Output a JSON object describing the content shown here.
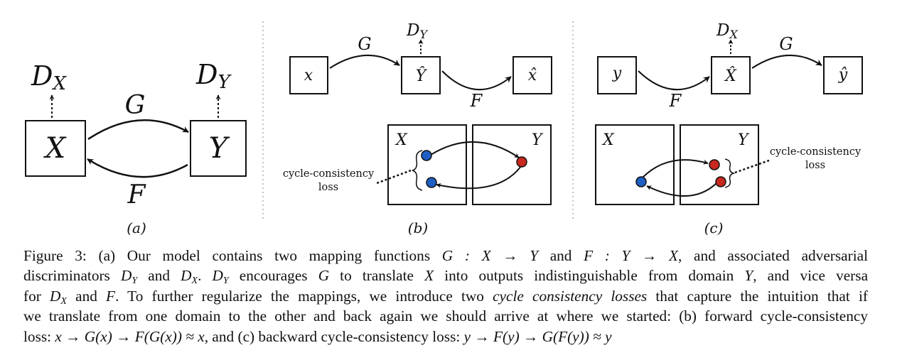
{
  "panels": {
    "a": {
      "label": "(a)",
      "node_x": "X",
      "node_y": "Y",
      "disc_x": "D",
      "disc_x_sub": "X",
      "disc_y": "D",
      "disc_y_sub": "Y",
      "map_g": "G",
      "map_f": "F"
    },
    "b": {
      "label": "(b)",
      "node_x": "x",
      "node_yhat": "Ŷ",
      "node_xhat": "x̂",
      "disc": "D",
      "disc_sub": "Y",
      "map_g": "G",
      "map_f": "F",
      "domain_x": "X",
      "domain_y": "Y",
      "loss_line1": "cycle-consistency",
      "loss_line2": "loss"
    },
    "c": {
      "label": "(c)",
      "node_y": "y",
      "node_xhat": "X̂",
      "node_yhat": "ŷ",
      "disc": "D",
      "disc_sub": "X",
      "map_g": "G",
      "map_f": "F",
      "domain_x": "X",
      "domain_y": "Y",
      "loss_line1": "cycle-consistency",
      "loss_line2": "loss"
    }
  },
  "colors": {
    "blue_point": "#1f5fc4",
    "red_point": "#c8281e",
    "ink": "#111111"
  },
  "caption": {
    "l1_a": "Figure 3: (a) Our model contains two mapping functions ",
    "l1_m1": "G : X → Y",
    "l1_b": " and ",
    "l1_m2": "F : Y → X",
    "l1_c": ", and associated adversarial",
    "l2_a": "discriminators ",
    "l2_dy": "D",
    "l2_dy_sub": "Y",
    "l2_b": " and ",
    "l2_dx": "D",
    "l2_dx_sub": "X",
    "l2_c": ". ",
    "l2_dy2": "D",
    "l2_dy2_sub": "Y",
    "l2_d": " encourages ",
    "l2_g": "G",
    "l2_e": " to translate ",
    "l2_x": "X",
    "l2_f": " into outputs indistinguishable from domain ",
    "l2_y": "Y",
    "l2_g2": ", and vice versa",
    "l3_a": "for ",
    "l3_dx": "D",
    "l3_dx_sub": "X",
    "l3_b": " and ",
    "l3_f": "F",
    "l3_c": ". To further regularize the mappings, we introduce two ",
    "l3_em": "cycle consistency losses",
    "l3_d": " that capture the intuition that if",
    "l4": "we translate from one domain to the other and back again we should arrive at where we started: (b) forward cycle-consistency",
    "l5_a": "loss: ",
    "l5_m1": "x → G(x) → F(G(x)) ≈ x",
    "l5_b": ", and (c) backward cycle-consistency loss: ",
    "l5_m2": "y → F(y) → G(F(y)) ≈ y"
  }
}
